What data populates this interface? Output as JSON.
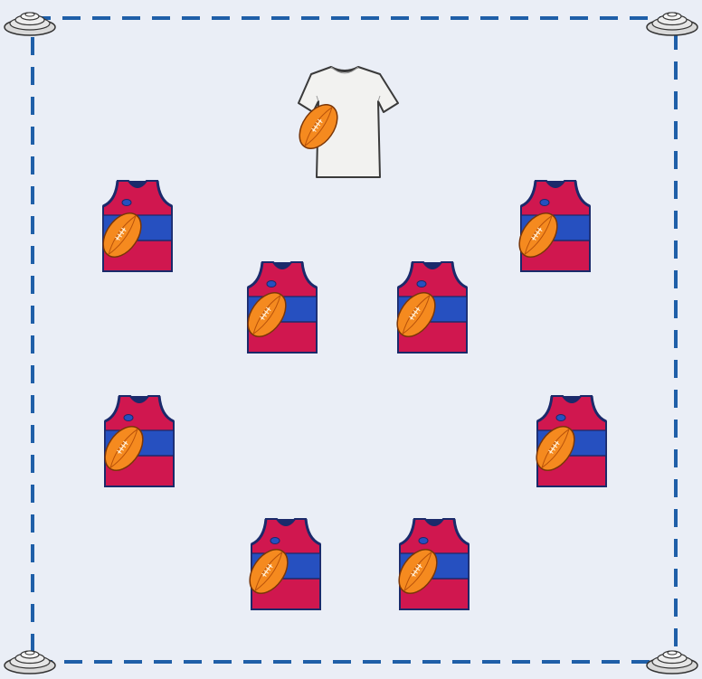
{
  "diagram": {
    "background_color": "#eaeef6",
    "boundary": {
      "style": "dashed",
      "color": "#1f5fa8"
    },
    "cones": [
      {
        "corner": "top-left",
        "icon": "marker-cone"
      },
      {
        "corner": "top-right",
        "icon": "marker-cone"
      },
      {
        "corner": "bottom-left",
        "icon": "marker-cone"
      },
      {
        "corner": "bottom-right",
        "icon": "marker-cone"
      }
    ],
    "coach": {
      "icon": "white-tshirt",
      "with_ball": true
    },
    "players": [
      {
        "id": "p1",
        "icon": "guernsey-red-blue",
        "with_ball": true
      },
      {
        "id": "p2",
        "icon": "guernsey-red-blue",
        "with_ball": true
      },
      {
        "id": "p3",
        "icon": "guernsey-red-blue",
        "with_ball": true
      },
      {
        "id": "p4",
        "icon": "guernsey-red-blue",
        "with_ball": true
      },
      {
        "id": "p5",
        "icon": "guernsey-red-blue",
        "with_ball": true
      },
      {
        "id": "p6",
        "icon": "guernsey-red-blue",
        "with_ball": true
      },
      {
        "id": "p7",
        "icon": "guernsey-red-blue",
        "with_ball": true
      },
      {
        "id": "p8",
        "icon": "guernsey-red-blue",
        "with_ball": true
      }
    ],
    "colors": {
      "guernsey_red": "#d0174f",
      "guernsey_blue": "#2650c0",
      "guernsey_navy": "#1b2a6b",
      "ball_orange": "#f58a1f",
      "ball_stripe": "#b9520a",
      "shirt_white": "#f2f2f0",
      "cone_grey": "#d9d9d9"
    }
  }
}
